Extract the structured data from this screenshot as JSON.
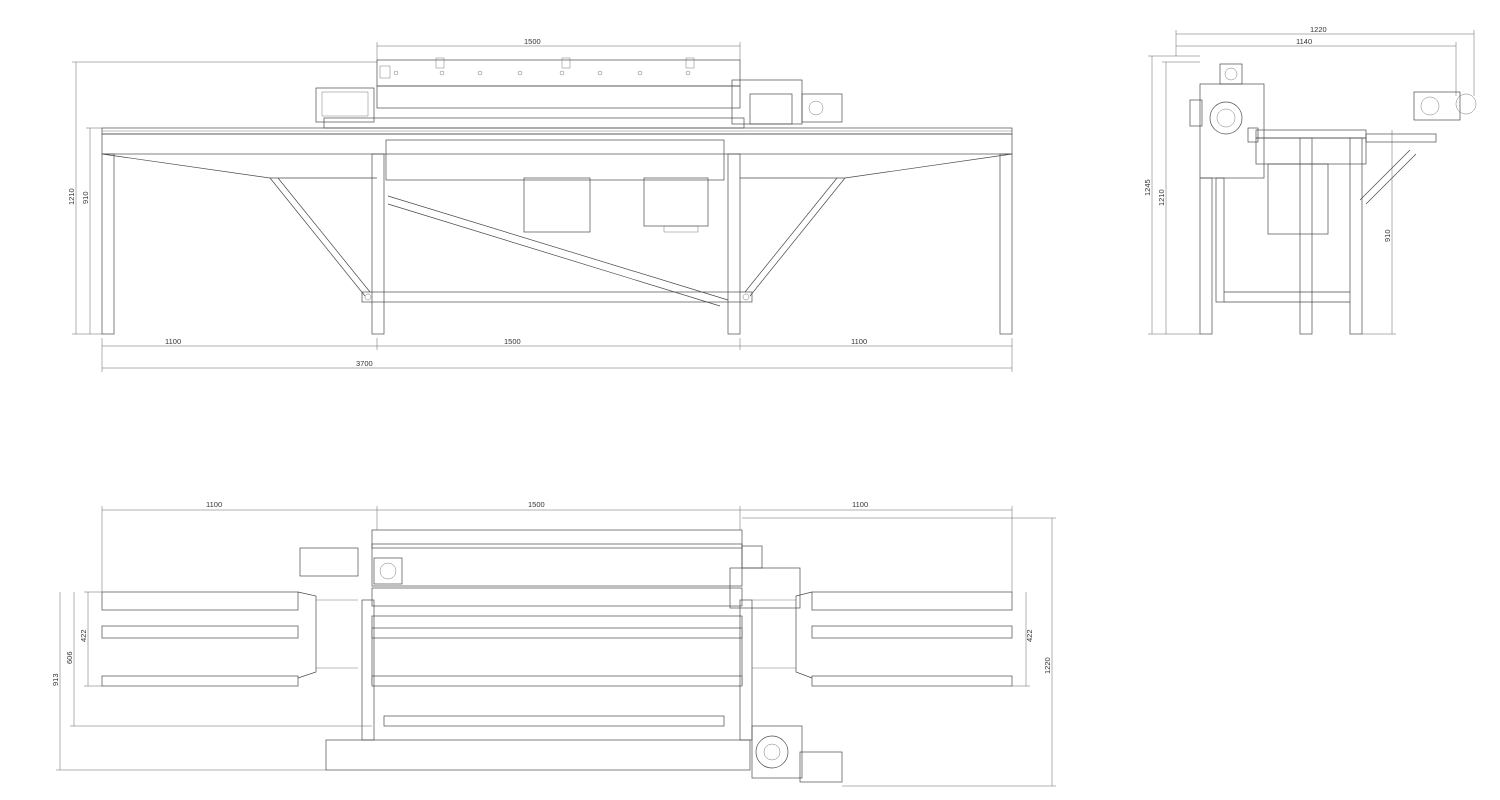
{
  "front_view": {
    "top_width": "1500",
    "height_total": "1210",
    "height_table": "910",
    "seg_left": "1100",
    "seg_center": "1500",
    "seg_right": "1100",
    "overall": "3700"
  },
  "side_view": {
    "width_outer": "1220",
    "width_inner": "1140",
    "height_outer": "1245",
    "height_inner": "1210",
    "height_table": "910"
  },
  "plan_view": {
    "seg_left": "1100",
    "seg_center": "1500",
    "seg_right": "1100",
    "d_422_left": "422",
    "d_606": "606",
    "d_913": "913",
    "d_422_right": "422",
    "d_1220": "1220"
  }
}
